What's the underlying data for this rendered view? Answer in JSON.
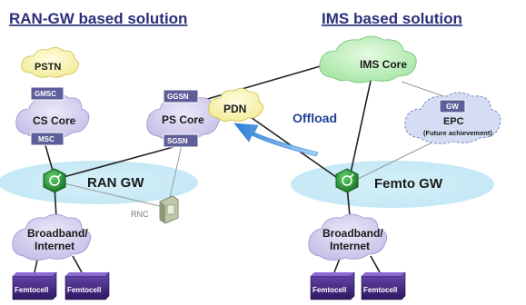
{
  "titles": {
    "left": "RAN-GW based solution",
    "right": "IMS based solution"
  },
  "nodes": {
    "pstn": "PSTN",
    "gmsc": "GMSC",
    "cs_core": "CS Core",
    "msc": "MSC",
    "ggsn": "GGSN",
    "ps_core": "PS Core",
    "sgsn": "SGSN",
    "pdn": "PDN",
    "ims_core": "IMS Core",
    "gw": "GW",
    "epc": "EPC",
    "epc_note": "(Future achievement)",
    "ran_gw": "RAN GW",
    "femto_gw": "Femto GW",
    "rnc": "RNC",
    "broadband_left_1": "Broadband/",
    "broadband_left_2": "Internet",
    "broadband_right_1": "Broadband/",
    "broadband_right_2": "Internet",
    "femtocell_1": "Femtocell",
    "femtocell_2": "Femtocell",
    "femtocell_3": "Femtocell",
    "femtocell_4": "Femtocell"
  },
  "offload_label": "Offload",
  "colors": {
    "title": "#2a2f7a",
    "tag_fill": "#5e5e9a",
    "cloud_lavender": "#d8d2ee",
    "cloud_green": "#bfeebf",
    "cloud_yellow": "#fbf6c0",
    "cloud_blue": "#d4ddf3",
    "ellipse_cyan": "#cfeef7",
    "gateway_green": "#2f9a3a",
    "femtocell_purple": "#4a2a86",
    "offload_arrow": "#5aa8e8",
    "offload_text": "#1f3f97"
  },
  "icons": [
    "gateway-icon",
    "rnc-equipment-icon",
    "femtocell-device-icon",
    "cloud-icon"
  ]
}
